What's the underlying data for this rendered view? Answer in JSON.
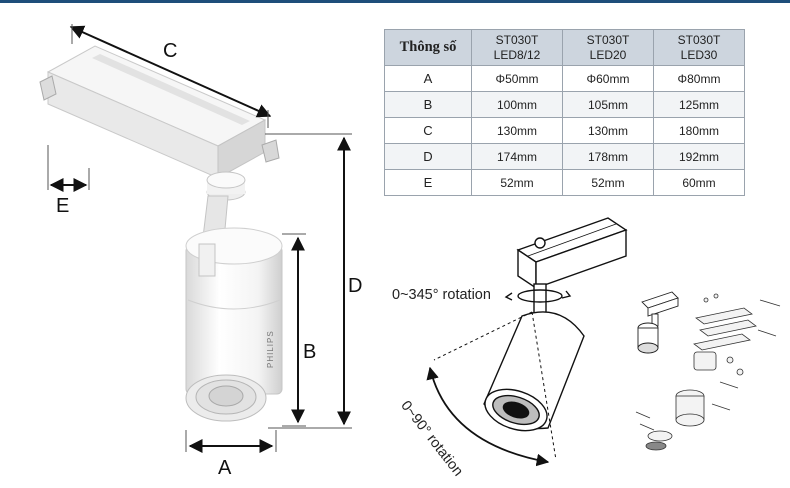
{
  "labels": {
    "A": "A",
    "B": "B",
    "C": "C",
    "D": "D",
    "E": "E"
  },
  "brand": "PHILIPS",
  "rotation": {
    "horizontal": "0~345° rotation",
    "vertical": "0~90° rotation"
  },
  "spec_table": {
    "header": {
      "param": "Thông số",
      "col1": [
        "ST030T",
        "LED8/12"
      ],
      "col2": [
        "ST030T",
        "LED20"
      ],
      "col3": [
        "ST030T",
        "LED30"
      ]
    },
    "rows": [
      {
        "param": "A",
        "v1": "Φ50mm",
        "v2": "Φ60mm",
        "v3": "Φ80mm"
      },
      {
        "param": "B",
        "v1": "100mm",
        "v2": "105mm",
        "v3": "125mm"
      },
      {
        "param": "C",
        "v1": "130mm",
        "v2": "130mm",
        "v3": "180mm"
      },
      {
        "param": "D",
        "v1": "174mm",
        "v2": "178mm",
        "v3": "192mm"
      },
      {
        "param": "E",
        "v1": "52mm",
        "v2": "52mm",
        "v3": "60mm"
      }
    ]
  }
}
